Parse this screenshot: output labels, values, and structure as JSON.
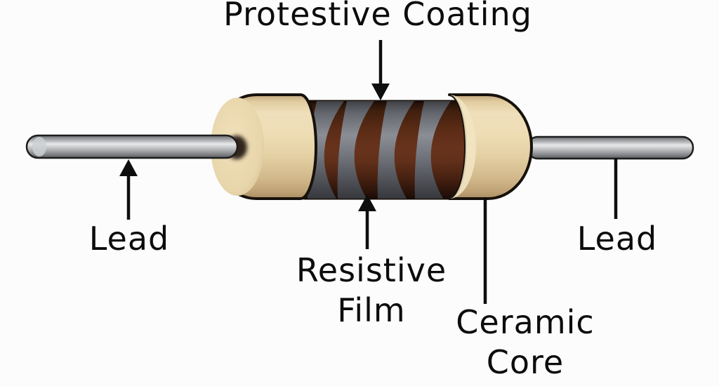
{
  "diagram": {
    "type": "annotated-illustration",
    "subject": "resistor-construction",
    "labels": {
      "protective_coating": "Protestive Coating",
      "lead_left": "Lead",
      "lead_right": "Lead",
      "resistive_film_line1": "Resistive",
      "resistive_film_line2": "Film",
      "ceramic_core_line1": "Ceramic",
      "ceramic_core_line2": "Core"
    },
    "callouts": [
      {
        "label": "Protestive Coating",
        "pointer": "arrow-down",
        "target": "resistor body top"
      },
      {
        "label": "Lead",
        "pointer": "arrow-up",
        "target": "left lead wire"
      },
      {
        "label": "Resistive Film",
        "pointer": "arrow-up",
        "target": "banded body underside"
      },
      {
        "label": "Ceramic Core",
        "pointer": "plain-line",
        "target": "right end cap bottom"
      },
      {
        "label": "Lead",
        "pointer": "plain-line",
        "target": "right lead wire"
      }
    ],
    "colors": {
      "background": "#fcfcfd",
      "text": "#0c0c0c",
      "outline": "#17110c",
      "body_brown": "#5e2d17",
      "band_gray": "#75787f",
      "cap_cream": "#e7d4a9",
      "lead_gray": "#b9babc"
    },
    "band_count": 4
  }
}
